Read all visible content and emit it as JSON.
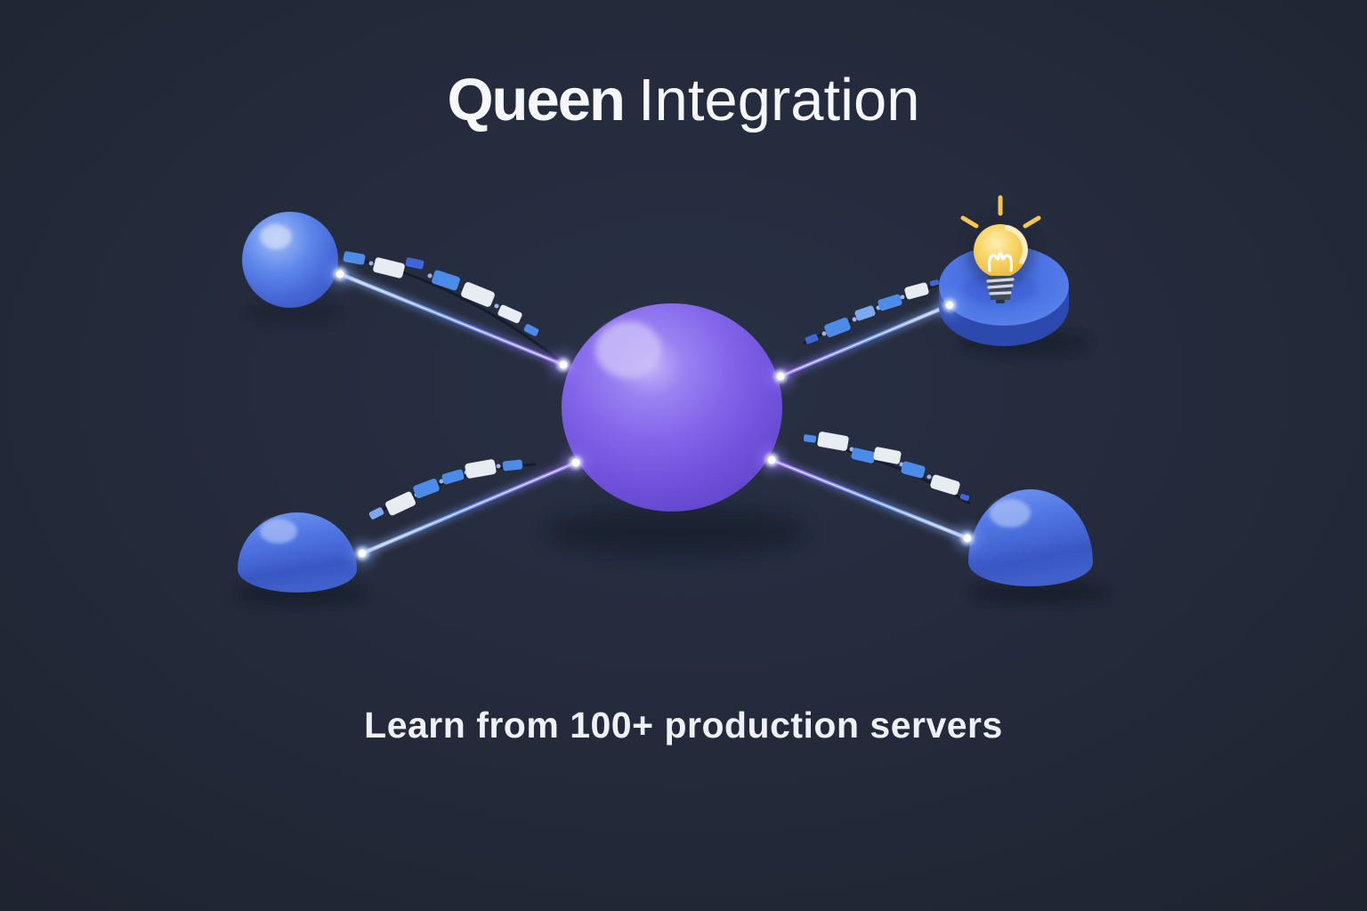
{
  "title": {
    "brand": "Queen",
    "rest": "Integration"
  },
  "subtitle": "Learn from 100+ production servers",
  "illustration": {
    "hub": {
      "id": "central-hub",
      "shape": "sphere",
      "color": "#7b5fe6"
    },
    "servers": [
      {
        "id": "top-left",
        "shape": "sphere",
        "color": "#4e76e4"
      },
      {
        "id": "top-right",
        "shape": "disc",
        "color": "#4a70e0",
        "icon": "lightbulb-icon",
        "icon_color": "#f6c94f"
      },
      {
        "id": "bottom-left",
        "shape": "dome",
        "color": "#4a6fdc"
      },
      {
        "id": "bottom-right",
        "shape": "dome",
        "color": "#4a6fdc"
      }
    ],
    "colors": {
      "background": "#242a3a",
      "beam_blue": "#6b96f5",
      "beam_purple": "#9d74fa",
      "glow_white": "#ffffff",
      "chip_white": "#e8edf4",
      "chip_blue": "#4d8be8",
      "chip_deep_blue": "#3e66d8",
      "chip_light_blue": "#7fa9ef",
      "bulb_yellow": "#f6c94f"
    }
  }
}
